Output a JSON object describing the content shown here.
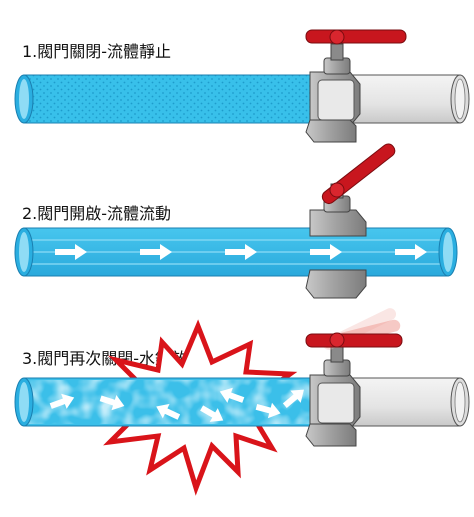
{
  "steps": [
    {
      "label": "1.閥門關閉-流體靜止"
    },
    {
      "label": "2.閥門開啟-流體流動"
    },
    {
      "label": "3.閥門再次關閉-水鎚效應"
    }
  ],
  "colors": {
    "pipe_fill": "#38c0ea",
    "pipe_dark": "#1a8fc0",
    "pipe_light": "#8fdcf5",
    "empty_pipe": "#e6e6e6",
    "valve_body": "#9a9a9a",
    "valve_dark": "#6e6e6e",
    "handle_red": "#c8161e",
    "handle_faded": "#f2b7b2",
    "burst_red": "#d9141a",
    "arrow": "#ffffff"
  },
  "icons": [
    "valve-icon",
    "flow-arrow-icon",
    "burst-icon"
  ]
}
